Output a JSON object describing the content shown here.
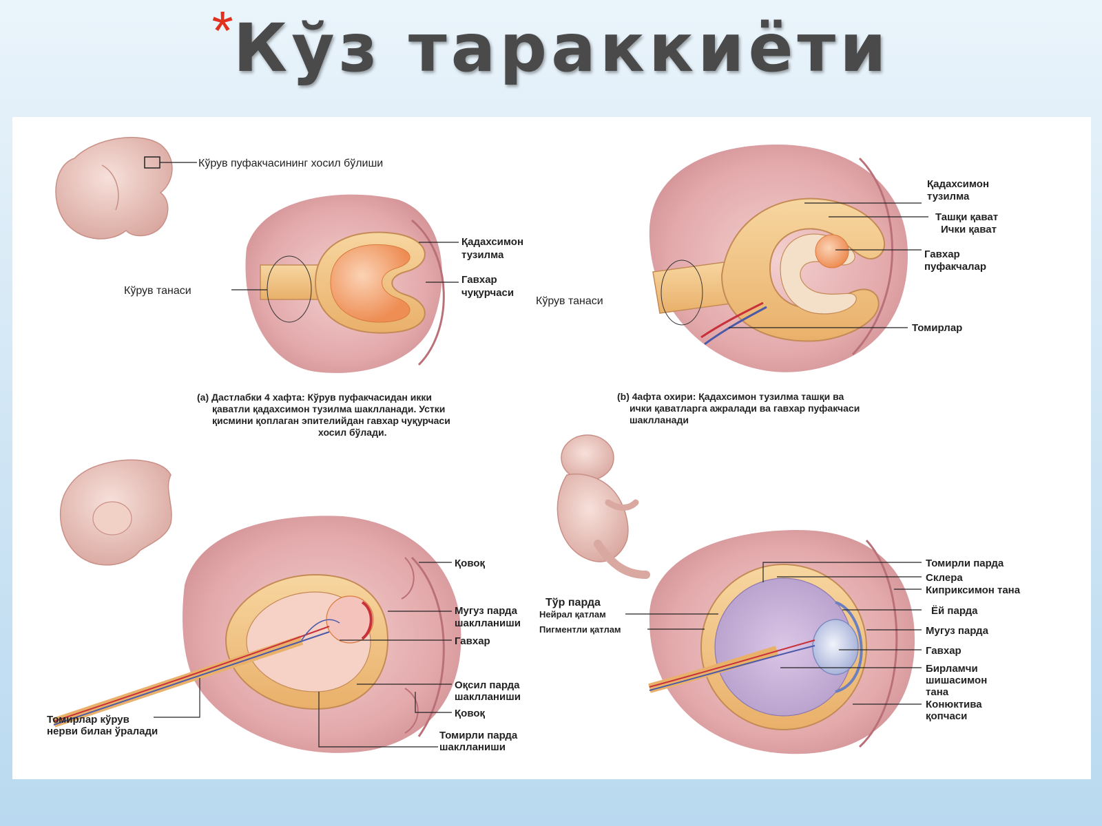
{
  "title": {
    "star": "*",
    "text": "Кўз тараккиёти"
  },
  "panel_a": {
    "label_vesicle": "Кўрув пуфакчасининг хосил бўлиши",
    "label_cup_1": "Қадахсимон",
    "label_cup_2": "тузилма",
    "label_stalk": "Кўрув танаси",
    "label_pit_1": "Гавхар",
    "label_pit_2": "чуқурчаси",
    "caption": [
      "(a) Дастлабки 4 хафта: Кўрув пуфакчасидан икки",
      "қаватли қадахсимон тузилма шаклланади. Устки",
      "қисмини қоплаган эпителийдан гавхар чуқурчаси",
      "хосил бўлади."
    ]
  },
  "panel_b": {
    "label_cup_1": "Қадахсимон",
    "label_cup_2": "тузилма",
    "label_outer": "Ташқи қават",
    "label_inner": "Ички қават",
    "label_lens_1": "Гавхар",
    "label_lens_2": "пуфакчалар",
    "label_stalk": "Кўрув танаси",
    "label_vessels": "Томирлар",
    "caption": [
      "(b) 4афта охири: Қадахсимон тузилма ташқи ва",
      "ички қаватларга ажралади ва гавхар пуфакчаси",
      "шаклланади"
    ]
  },
  "panel_c": {
    "label_eyelid_top": "Қовоқ",
    "label_cornea_1": "Мугуз парда",
    "label_cornea_2": "шаклланиши",
    "label_lens": "Гавхар",
    "label_sclera_1": "Оқсил парда",
    "label_sclera_2": "шаклланиши",
    "label_eyelid_bottom": "Қовоқ",
    "label_choroid_1": "Томирли парда",
    "label_choroid_2": "шаклланиши",
    "label_vessels_1": "Томирлар кўрув",
    "label_vessels_2": "нерви билан ўралади"
  },
  "panel_d": {
    "label_retina": "Тўр парда",
    "label_neural": "Нейрал қатлам",
    "label_pigment": "Пигментли қатлам",
    "label_choroid": "Томирли парда",
    "label_sclera": "Склера",
    "label_ciliary": "Киприксимон тана",
    "label_iris": "Ёй парда",
    "label_cornea": "Мугуз парда",
    "label_lens": "Гавхар",
    "label_vitreous_1": "Бирламчи",
    "label_vitreous_2": "шишасимон",
    "label_vitreous_3": "тана",
    "label_conj_1": "Конюктива",
    "label_conj_2": "қопчаси"
  },
  "colors": {
    "tissue_pink": "#e9b8b8",
    "tissue_dark": "#cf8e92",
    "cup_yellow": "#f2c78a",
    "cup_orange": "#f0a060",
    "vessel_red": "#c8303a",
    "vessel_blue": "#4a5aa8"
  }
}
